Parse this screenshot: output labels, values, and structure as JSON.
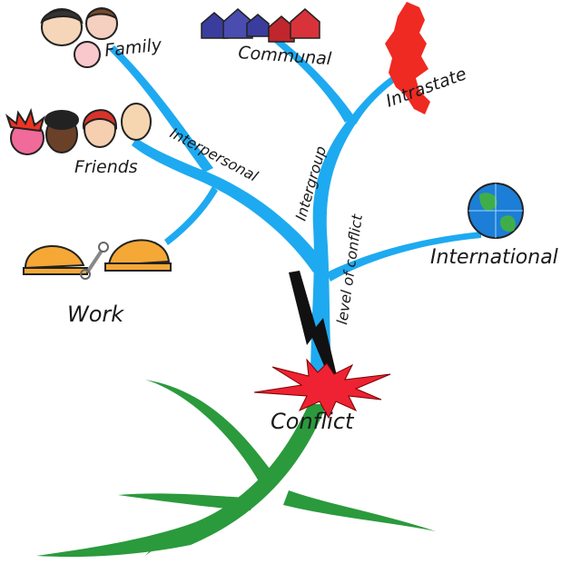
{
  "root": {
    "label": "Conflict"
  },
  "trunk": {
    "label": "level of conflict"
  },
  "branches": {
    "interpersonal": {
      "label": "Interpersonal"
    },
    "intergroup": {
      "label": "Intergroup"
    }
  },
  "leaves": {
    "family": {
      "label": "Family",
      "icon": "family-faces-icon"
    },
    "friends": {
      "label": "Friends",
      "icon": "friends-faces-icon"
    },
    "work": {
      "label": "Work",
      "icon": "hard-hats-wrench-icon"
    },
    "communal": {
      "label": "Communal",
      "icon": "houses-icon"
    },
    "intrastate": {
      "label": "Intrastate",
      "icon": "country-map-icon"
    },
    "international": {
      "label": "International",
      "icon": "globe-icon"
    }
  },
  "colors": {
    "branch": "#1eaaf0",
    "roots": "#2a9a3c",
    "burst": "#ee2233",
    "bolt": "#111111"
  }
}
